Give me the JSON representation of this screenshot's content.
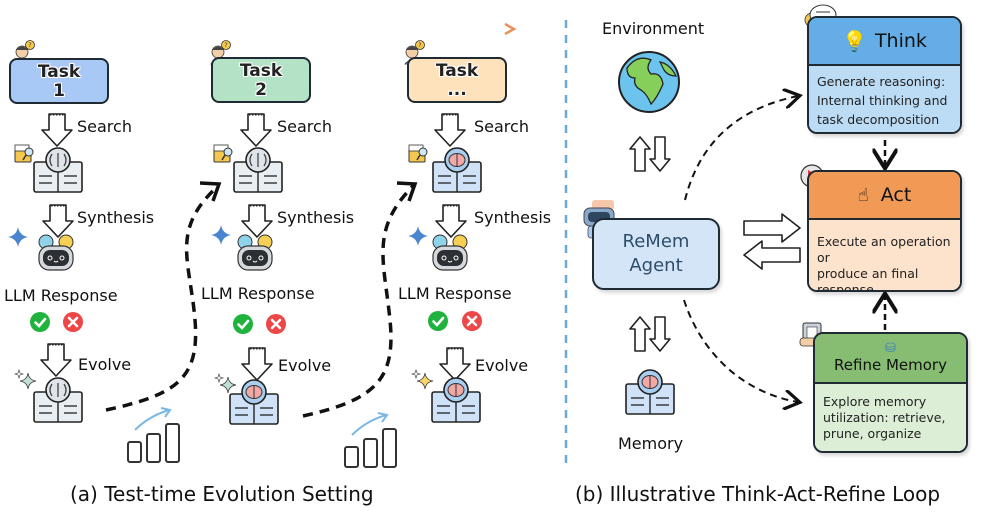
{
  "panel_a": {
    "caption": "(a) Test-time Evolution Setting",
    "columns": [
      {
        "task_title": "Task",
        "task_id": "1",
        "task_color": "#a8c8f5",
        "search": "Search",
        "synthesis": "Synthesis",
        "response": "LLM Response",
        "evolve": "Evolve"
      },
      {
        "task_title": "Task",
        "task_id": "2",
        "task_color": "#b4e2c6",
        "search": "Search",
        "synthesis": "Synthesis",
        "response": "LLM Response",
        "evolve": "Evolve"
      },
      {
        "task_title": "Task",
        "task_id": "...",
        "task_color": "#fde2bc",
        "search": "Search",
        "synthesis": "Synthesis",
        "response": "LLM Response",
        "evolve": "Evolve"
      }
    ],
    "timeline_colors": [
      "#a9cdee",
      "#e9915a"
    ]
  },
  "panel_b": {
    "caption": "(b) Illustrative Think-Act-Refine Loop",
    "environment_label": "Environment",
    "memory_label": "Memory",
    "agent_label_line1": "ReMem",
    "agent_label_line2": "Agent",
    "think": {
      "title": "Think",
      "body": [
        "Generate reasoning:",
        "Internal thinking and",
        "task decomposition"
      ],
      "head_color": "#64ade6",
      "body_color": "#bcdcf6"
    },
    "act": {
      "title": "Act",
      "body": [
        "Execute an operation or",
        "produce an final",
        "response"
      ],
      "head_color": "#f19a55",
      "body_color": "#fde2cc"
    },
    "refine": {
      "title": "Refine Memory",
      "body": [
        "Explore memory",
        "utilization: retrieve,",
        "prune, organize"
      ],
      "head_color": "#86bd72",
      "body_color": "#dcefd6"
    },
    "divider_color": "#6aa9d8"
  }
}
